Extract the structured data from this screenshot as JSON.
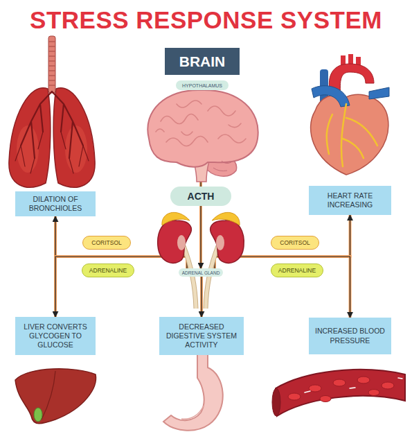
{
  "diagram": {
    "title": "STRESS RESPONSE SYSTEM",
    "nodes": [
      {
        "text": [
          "BRAIN"
        ]
      },
      {
        "text": [
          "HYPOTHALAMUS"
        ]
      },
      {
        "text": [
          "DILATION OF BRONCHIOLES"
        ]
      },
      {
        "text": [
          "ACTH"
        ]
      },
      {
        "text": [
          "HEART RATE INCREASING"
        ]
      },
      {
        "text": [
          "CORITSOL"
        ]
      },
      {
        "text": [
          "CORITSOL"
        ]
      },
      {
        "text": [
          "ADRENALINE"
        ]
      },
      {
        "text": [
          "ADRENALINE"
        ]
      },
      {
        "text": [
          "ADRENAL GLAND"
        ]
      },
      {
        "text": [
          "LIVER CONVERTS GLYCOGEN TO GLUCOSE"
        ]
      },
      {
        "text": [
          "DECREASED DIGESTIVE SYSTEM ACTIVITY"
        ]
      },
      {
        "text": [
          "INCREASED BLOOD PRESSURE"
        ]
      }
    ],
    "edges": [
      {
        "from": 1,
        "to": 3,
        "arrow": "none"
      },
      {
        "from": 3,
        "to": 9,
        "arrow": "to"
      },
      {
        "from": 9,
        "to": 2,
        "arrow": "to"
      },
      {
        "from": 9,
        "to": 10,
        "arrow": "to"
      },
      {
        "from": 9,
        "to": 4,
        "arrow": "to"
      },
      {
        "from": 9,
        "to": 12,
        "arrow": "to"
      },
      {
        "from": 9,
        "to": 11,
        "arrow": "to"
      }
    ]
  }
}
